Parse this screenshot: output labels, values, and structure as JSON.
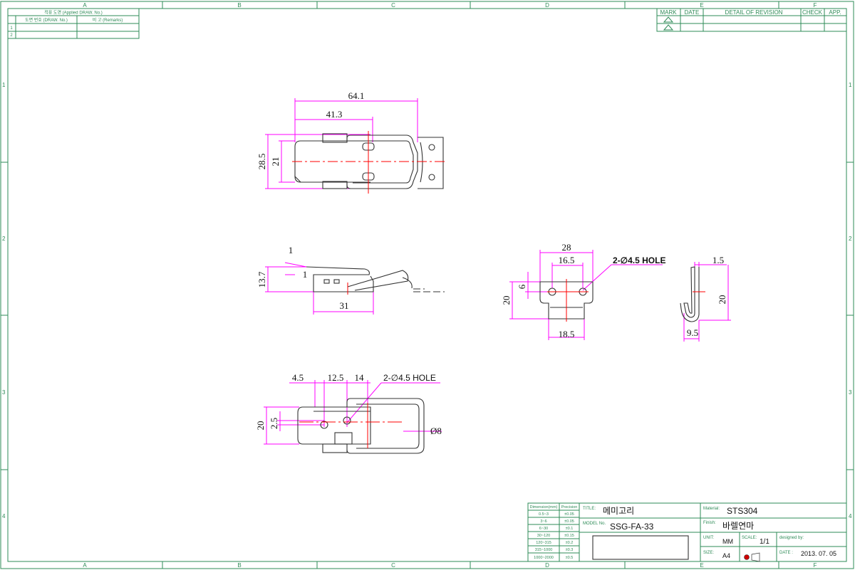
{
  "frame": {
    "columns": [
      "A",
      "B",
      "C",
      "D",
      "E",
      "F"
    ],
    "rows": [
      "1",
      "2",
      "3",
      "4"
    ]
  },
  "applied_table": {
    "header_top": "적용 도면 (Applied DRAW. No.)",
    "col_drawing": "도면 번호 (DRAW. No.)",
    "col_remarks": "비 고 (Remarks)",
    "rows": [
      "1",
      "2"
    ]
  },
  "revision_table": {
    "mark": "MARK",
    "date": "DATE",
    "detail": "DETAIL OF REVISION",
    "check": "CHECK",
    "app": "APP."
  },
  "views": {
    "top": {
      "dim_overall": "64.1",
      "dim_inner": "41.3",
      "dim_height": "28.5",
      "dim_inner_height": "21"
    },
    "side": {
      "dim_thickness": "1",
      "dim_height": "13.7",
      "dim_small": "1",
      "dim_length": "31"
    },
    "plate": {
      "dim_width": "28",
      "dim_hole_span": "16.5",
      "hole_note": "2-∅4.5 HOLE",
      "dim_height": "20",
      "dim_hole_offset": "6",
      "dim_bottom": "18.5"
    },
    "hook": {
      "dim_thickness": "1.5",
      "dim_height": "20",
      "dim_width": "9.5"
    },
    "bottom": {
      "dim_a": "4.5",
      "dim_b": "12.5",
      "dim_c": "14",
      "hole_note": "2-∅4.5 HOLE",
      "dim_height": "20",
      "dim_small": "2.5",
      "dim_wire": "Ø8"
    }
  },
  "tolerance_table": {
    "header_dim": "Dimension(mm)",
    "header_prec": "Precision",
    "rows": [
      {
        "range": "0.5~3",
        "tol": "±0.05"
      },
      {
        "range": "3~6",
        "tol": "±0.05"
      },
      {
        "range": "6~30",
        "tol": "±0.1"
      },
      {
        "range": "30~120",
        "tol": "±0.15"
      },
      {
        "range": "120~315",
        "tol": "±0.2"
      },
      {
        "range": "315~1000",
        "tol": "±0.3"
      },
      {
        "range": "1000~2000",
        "tol": "±0.5"
      }
    ]
  },
  "title_block": {
    "title_label": "TITLE:",
    "title_value": "메미고리",
    "model_label": "MODEL No.",
    "model_value": "SSG-FA-33",
    "material_label": "Material:",
    "material_value": "STS304",
    "finish_label": "Finish:",
    "finish_value": "바렐연마",
    "unit_label": "UNIT:",
    "unit_value": "MM",
    "scale_label": "SCALE:",
    "scale_value": "1/1",
    "designed_label": "designed by:",
    "size_label": "SIZE:",
    "size_value": "A4",
    "date_label": "DATE :",
    "date_value": "2013. 07. 05",
    "colors": {
      "frame": "#2e8b57",
      "dimension": "#ff00ff",
      "center": "#ff0000"
    }
  }
}
